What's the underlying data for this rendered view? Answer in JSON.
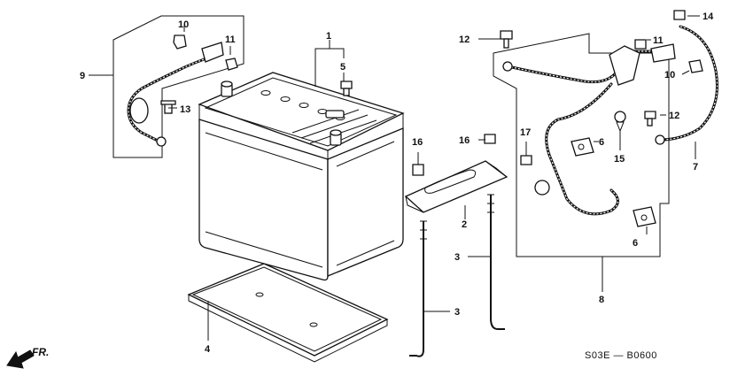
{
  "diagram_code": "S03E — B0600",
  "front_arrow_label": "FR.",
  "callouts": [
    {
      "id": "c1",
      "label": "1"
    },
    {
      "id": "c2",
      "label": "2"
    },
    {
      "id": "c3a",
      "label": "3"
    },
    {
      "id": "c3b",
      "label": "3"
    },
    {
      "id": "c4",
      "label": "4"
    },
    {
      "id": "c5",
      "label": "5"
    },
    {
      "id": "c6a",
      "label": "6"
    },
    {
      "id": "c6b",
      "label": "6"
    },
    {
      "id": "c7",
      "label": "7"
    },
    {
      "id": "c8",
      "label": "8"
    },
    {
      "id": "c9",
      "label": "9"
    },
    {
      "id": "c10a",
      "label": "10"
    },
    {
      "id": "c10b",
      "label": "10"
    },
    {
      "id": "c11a",
      "label": "11"
    },
    {
      "id": "c11b",
      "label": "11"
    },
    {
      "id": "c12a",
      "label": "12"
    },
    {
      "id": "c12b",
      "label": "12"
    },
    {
      "id": "c13",
      "label": "13"
    },
    {
      "id": "c14",
      "label": "14"
    },
    {
      "id": "c15",
      "label": "15"
    },
    {
      "id": "c16a",
      "label": "16"
    },
    {
      "id": "c16b",
      "label": "16"
    },
    {
      "id": "c17",
      "label": "17"
    }
  ],
  "icons": {
    "front_arrow": "front-arrow-icon"
  }
}
